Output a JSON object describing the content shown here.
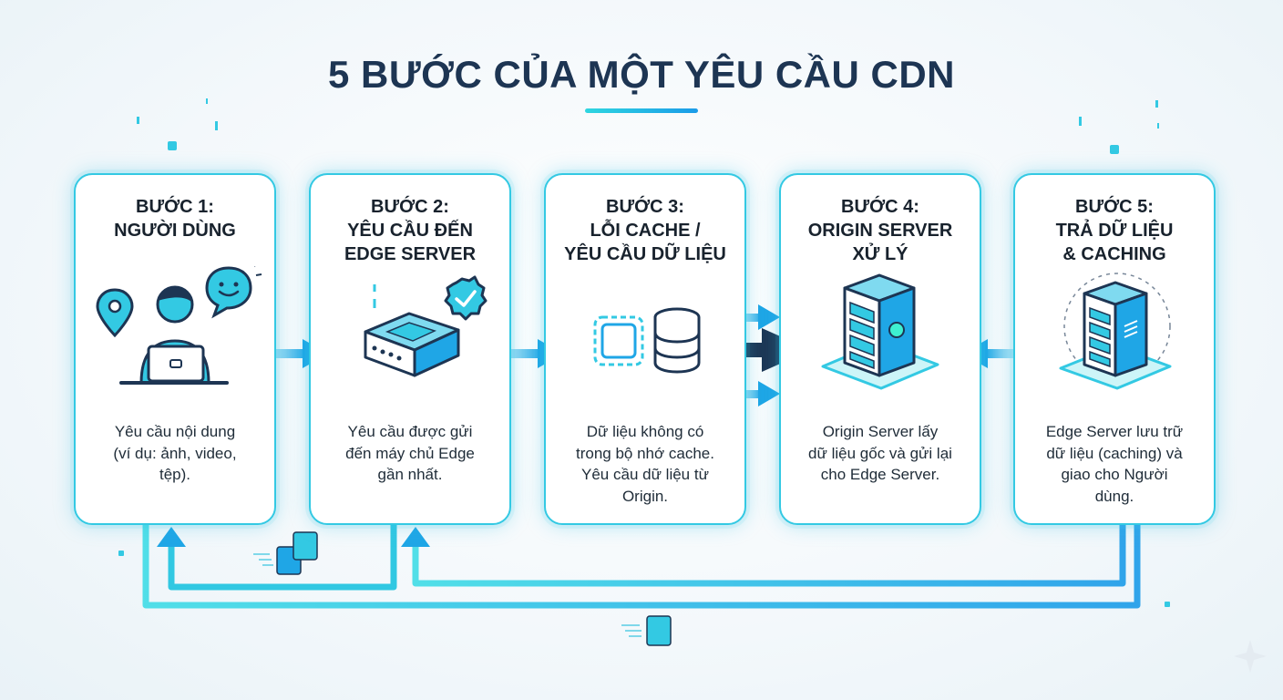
{
  "title": "5 BƯỚC CỦA MỘT YÊU CẦU CDN",
  "colors": {
    "title": "#1d3553",
    "card_border": "#33c9e3",
    "arrow_light": "#2fd6e0",
    "arrow_dark": "#1d3553",
    "accent_blue": "#1b9be8"
  },
  "steps": [
    {
      "title_line1": "BƯỚC 1:",
      "title_line2": "NGƯỜI DÙNG",
      "title_line3": "",
      "desc_lines": [
        "Yêu cầu nội dung",
        "(ví dụ: ảnh, video,",
        "tệp)."
      ],
      "icons": [
        "location-pin-icon",
        "user-laptop-icon",
        "smiley-chat-icon"
      ]
    },
    {
      "title_line1": "BƯỚC 2:",
      "title_line2": "YÊU CẦU ĐẾN",
      "title_line3": "EDGE SERVER",
      "desc_lines": [
        "Yêu cầu được gửi",
        "đến máy chủ Edge",
        "gần nhất."
      ],
      "icons": [
        "edge-server-box-icon",
        "checkmark-badge-icon"
      ]
    },
    {
      "title_line1": "BƯỚC 3:",
      "title_line2": "LỖI CACHE /",
      "title_line3": "YÊU CẦU DỮ LIỆU",
      "desc_lines": [
        "Dữ liệu không có",
        "trong bộ nhớ cache.",
        "Yêu cầu dữ liệu từ",
        "Origin."
      ],
      "icons": [
        "empty-cache-icon",
        "database-icon"
      ]
    },
    {
      "title_line1": "BƯỚC 4:",
      "title_line2": "ORIGIN SERVER",
      "title_line3": "XỬ LÝ",
      "desc_lines": [
        "Origin Server lấy",
        "dữ liệu gốc và gửi lại",
        "cho Edge Server."
      ],
      "icons": [
        "origin-server-tower-icon"
      ]
    },
    {
      "title_line1": "BƯỚC 5:",
      "title_line2": "TRẢ DỮ LIỆU",
      "title_line3": "& CACHING",
      "desc_lines": [
        "Edge Server lưu trữ",
        "dữ liệu (caching) và",
        "giao cho Người",
        "dùng."
      ],
      "icons": [
        "edge-server-tower-icon"
      ]
    }
  ]
}
